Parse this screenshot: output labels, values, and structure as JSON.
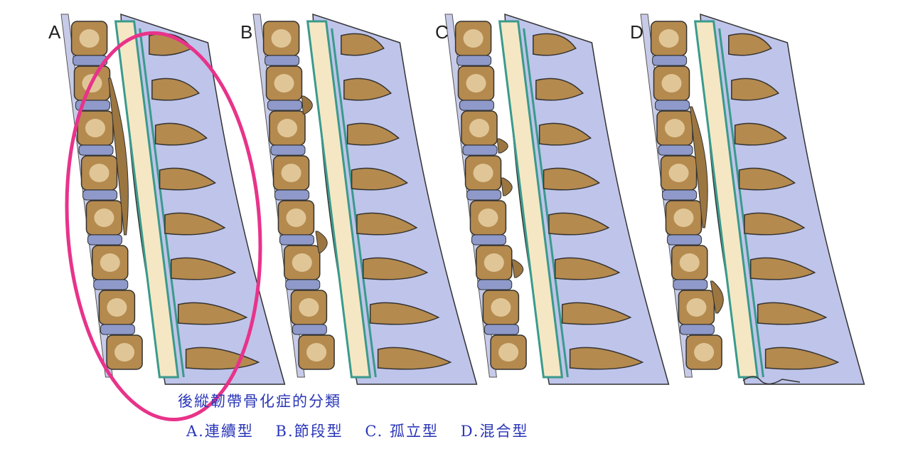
{
  "panels": [
    {
      "label": "A",
      "type": "continuous"
    },
    {
      "label": "B",
      "type": "segmental"
    },
    {
      "label": "C",
      "type": "circumscribed"
    },
    {
      "label": "D",
      "type": "mixed"
    }
  ],
  "caption": {
    "title": "後縱韌帶骨化症的分類",
    "types": [
      "A.連續型",
      "B.節段型",
      "C. 孤立型",
      "D.混合型"
    ]
  },
  "annotation": {
    "shape": "ellipse",
    "color": "#e8338a",
    "highlighted_panel": "A"
  },
  "colors": {
    "bone": "#b58a4e",
    "bone_light": "#f2dfb6",
    "disc": "#8f9acb",
    "tissue": "#bfc4ea",
    "cord": "#f5e7c4",
    "dura": "#3a9a8c"
  }
}
